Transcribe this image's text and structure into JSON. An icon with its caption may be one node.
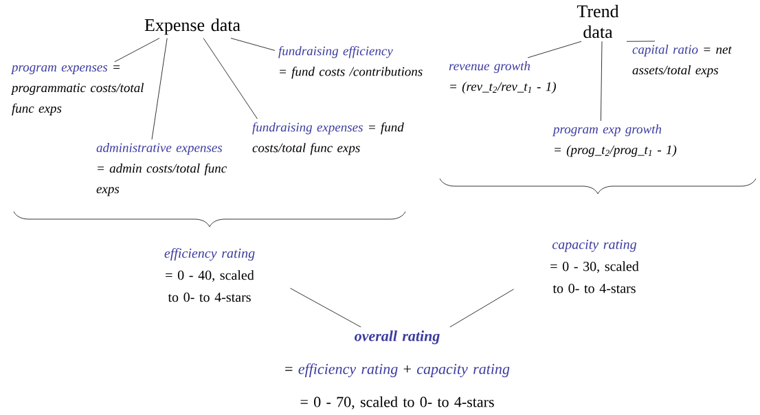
{
  "diagram": {
    "nodes": [
      {
        "text": [
          "Expense data"
        ]
      },
      {
        "text": [
          "program expenses",
          "= programmatic costs/total func exps"
        ]
      },
      {
        "text": [
          "administrative expenses",
          "= admin costs/total func exps"
        ]
      },
      {
        "text": [
          "fundraising expenses",
          "= fund costs/total func exps"
        ]
      },
      {
        "text": [
          "fundraising efficiency",
          "= fund costs /contributions"
        ]
      },
      {
        "text": [
          "Trend data"
        ]
      },
      {
        "text": [
          "revenue growth",
          "= (rev_t$_{2}$/rev_t$_{1}$ - 1)"
        ]
      },
      {
        "text": [
          "capital ratio",
          "= net assets/total exps"
        ]
      },
      {
        "text": [
          "program exp growth",
          "= (prog_t$_{2}$/prog_t$_{1}$ - 1)"
        ]
      },
      {
        "text": [
          "efficiency rating",
          "= 0 - 40, scaled to 0- to 4-stars"
        ]
      },
      {
        "text": [
          "capacity rating",
          "= 0 - 30, scaled to 0- to 4-stars"
        ]
      },
      {
        "text": [
          "overall rating",
          "=",
          "efficiency rating",
          "+",
          "capacity rating",
          "= 0 - 70, scaled to 0- to 4-stars"
        ]
      }
    ],
    "edges": [
      {
        "from": 0,
        "to": 1,
        "arrow": "none"
      },
      {
        "from": 0,
        "to": 2,
        "arrow": "none"
      },
      {
        "from": 0,
        "to": 3,
        "arrow": "none"
      },
      {
        "from": 0,
        "to": 4,
        "arrow": "none"
      },
      {
        "from": 5,
        "to": 6,
        "arrow": "none"
      },
      {
        "from": 5,
        "to": 8,
        "arrow": "none"
      },
      {
        "from": 5,
        "to": 7,
        "arrow": "none"
      },
      {
        "from": 9,
        "to": 11,
        "arrow": "none"
      },
      {
        "from": 10,
        "to": 11,
        "arrow": "none"
      }
    ]
  }
}
